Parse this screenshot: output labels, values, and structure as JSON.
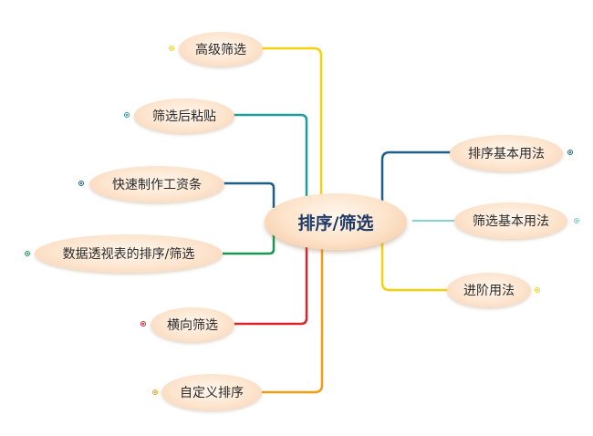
{
  "central": {
    "label": "排序/筛选"
  },
  "left_branches": [
    {
      "label": "高级筛选",
      "color": "#f4d10f"
    },
    {
      "label": "筛选后粘贴",
      "color": "#1f9c9c"
    },
    {
      "label": "快速制作工资条",
      "color": "#1d5f86"
    },
    {
      "label": "数据透视表的排序/筛选",
      "color": "#1a9850"
    },
    {
      "label": "横向筛选",
      "color": "#d6262c"
    },
    {
      "label": "自定义排序",
      "color": "#f39c12"
    }
  ],
  "right_branches": [
    {
      "label": "排序基本用法",
      "color": "#1d5f86"
    },
    {
      "label": "筛选基本用法",
      "color": "#72cfc6"
    },
    {
      "label": "进阶用法",
      "color": "#f4d10f"
    }
  ]
}
